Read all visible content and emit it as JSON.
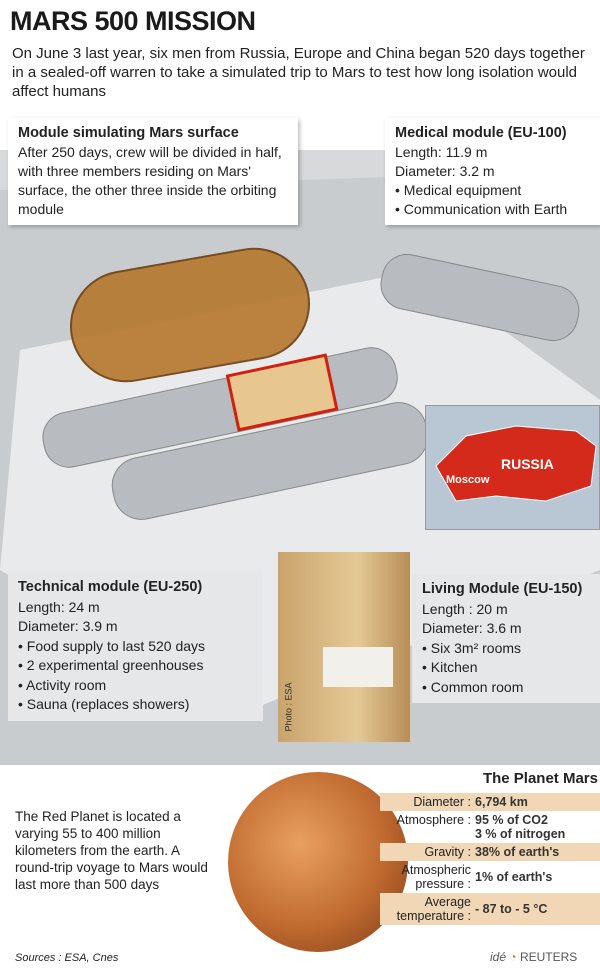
{
  "title": "MARS 500 MISSION",
  "intro": "On June 3 last year, six men from Russia, Europe and China began 520 days together in a sealed-off warren to take a simulated trip to Mars to test how long isolation would affect humans",
  "surface_module": {
    "title": "Module simulating Mars surface",
    "text": "After 250 days, crew will be divided in half, with three members residing on Mars' surface, the other three inside the orbiting module"
  },
  "medical_module": {
    "title": "Medical module (EU-100)",
    "lines": [
      "Length: 11.9 m",
      "Diameter: 3.2 m",
      "• Medical equipment",
      "• Communication with Earth"
    ]
  },
  "map": {
    "country": "RUSSIA",
    "city": "Moscow"
  },
  "technical_module": {
    "title": "Technical module (EU-250)",
    "lines": [
      "Length: 24 m",
      "Diameter: 3.9 m",
      "• Food supply to last 520 days",
      "• 2 experimental greenhouses",
      "• Activity room",
      "• Sauna (replaces showers)"
    ]
  },
  "photo_credit": "Photo : ESA",
  "living_module": {
    "title": "Living Module (EU-150)",
    "lines": [
      "Length : 20 m",
      "Diameter: 3.6 m",
      "• Six 3m² rooms",
      "• Kitchen",
      "• Common room"
    ]
  },
  "red_planet_text": "The Red Planet is located a varying 55 to 400 million kilometers from the earth. A round-trip voyage to Mars would last more than 500 days",
  "planet": {
    "title": "The Planet Mars",
    "rows": [
      {
        "k": "Diameter :",
        "v": "6,794 km"
      },
      {
        "k": "Atmosphere :",
        "v": "95 % of CO2",
        "v2": "3 % of nitrogen"
      },
      {
        "k": "Gravity :",
        "v": "38% of earth's"
      },
      {
        "k": "Atmospheric pressure :",
        "v": "1% of earth's"
      },
      {
        "k": "Average temperature :",
        "v": "- 87 to - 5 °C"
      }
    ]
  },
  "sources": "Sources : ESA, Cnes",
  "credit": {
    "agency": "idé",
    "brand": "REUTERS"
  }
}
